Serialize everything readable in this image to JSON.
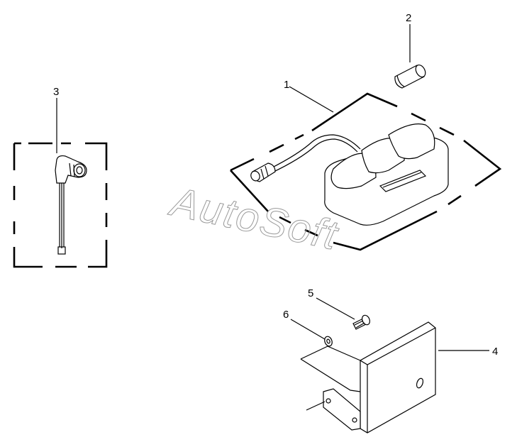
{
  "callouts": {
    "c1": "1",
    "c2": "2",
    "c3": "3",
    "c4": "4",
    "c5": "5",
    "c6": "6"
  },
  "watermark": "AutoSoft",
  "colors": {
    "line": "#000000",
    "watermark": "#9a9a9a",
    "background": "#ffffff"
  }
}
